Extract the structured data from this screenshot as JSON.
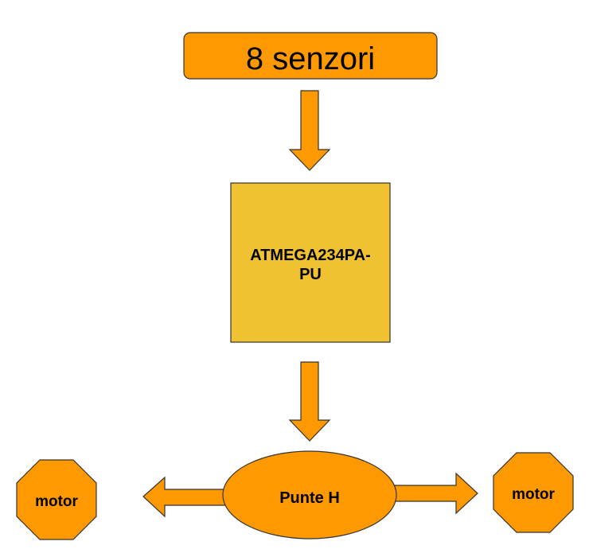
{
  "diagram": {
    "sensors": {
      "label": "8 senzori"
    },
    "mcu": {
      "line1": "ATMEGA234PA-",
      "line2": "PU"
    },
    "hbridge": {
      "label": "Punte H"
    },
    "motor_left": {
      "label": "motor"
    },
    "motor_right": {
      "label": "motor"
    },
    "colors": {
      "orange": "#FF9900",
      "mcu_fill": "#F0C232",
      "outline": "#333333"
    }
  }
}
